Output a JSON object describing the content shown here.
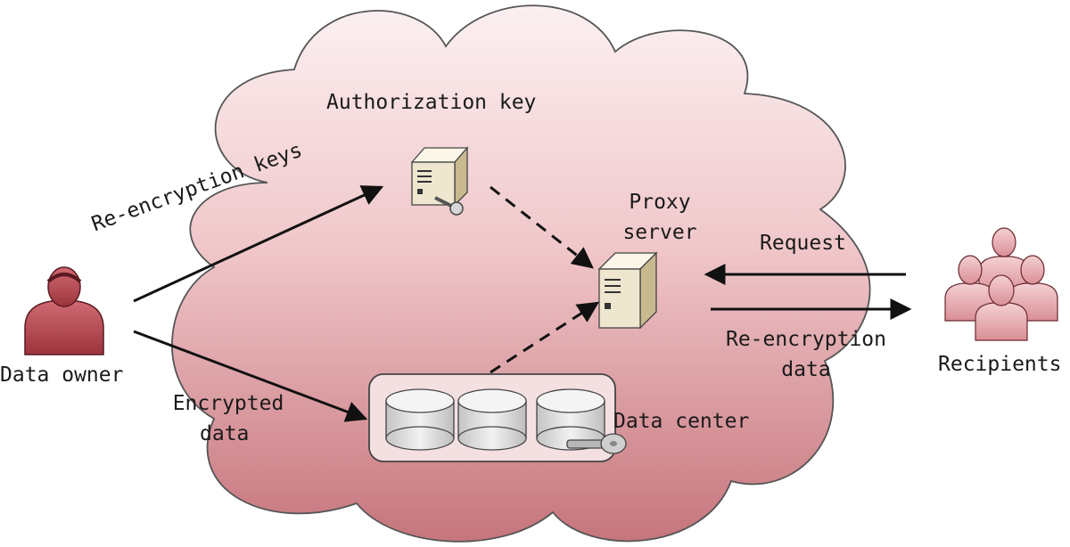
{
  "diagram": {
    "labels": {
      "authorization_key": "Authorization key",
      "proxy_server_line1": "Proxy",
      "proxy_server_line2": "server",
      "reencryption_keys": "Re-encryption keys",
      "request": "Request",
      "reencryption_data_line1": "Re-encryption",
      "reencryption_data_line2": "data",
      "recipients": "Recipients",
      "data_owner": "Data owner",
      "encrypted_data_line1": "Encrypted",
      "encrypted_data_line2": "data",
      "data_center": "Data center"
    },
    "colors": {
      "cloud_fill_top": "#fbeaec",
      "cloud_fill_bottom": "#c87a80",
      "person_fill": "#b5474f",
      "recipient_fill": "#e3a9ae",
      "server_fill": "#f1ead8",
      "drum_fill": "#e6e6e6"
    },
    "icons": [
      "user-icon",
      "server-icon",
      "key-icon",
      "database-icon",
      "group-icon"
    ]
  }
}
